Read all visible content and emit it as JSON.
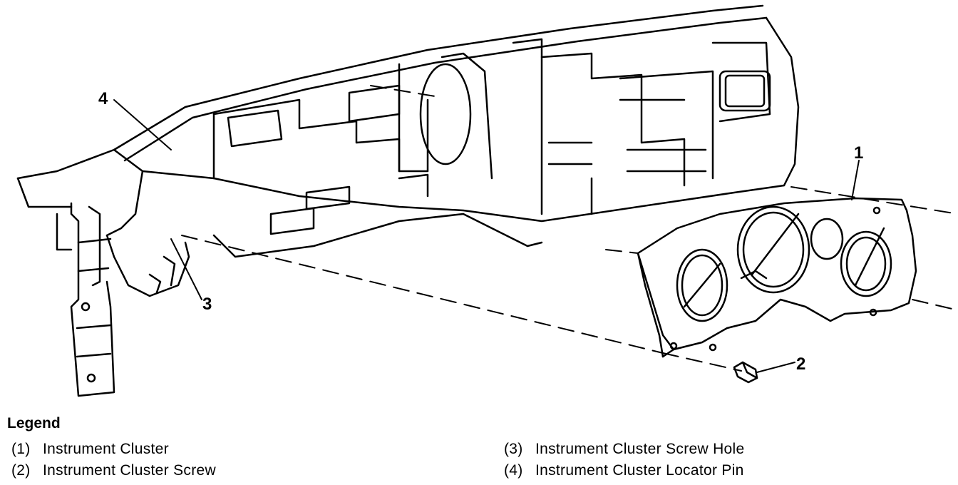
{
  "callouts": {
    "c1": "1",
    "c2": "2",
    "c3": "3",
    "c4": "4"
  },
  "legend": {
    "title": "Legend",
    "items": [
      {
        "num": "(1)",
        "label": "Instrument Cluster"
      },
      {
        "num": "(2)",
        "label": "Instrument Cluster Screw"
      },
      {
        "num": "(3)",
        "label": "Instrument Cluster Screw Hole"
      },
      {
        "num": "(4)",
        "label": "Instrument Cluster Locator Pin"
      }
    ]
  }
}
